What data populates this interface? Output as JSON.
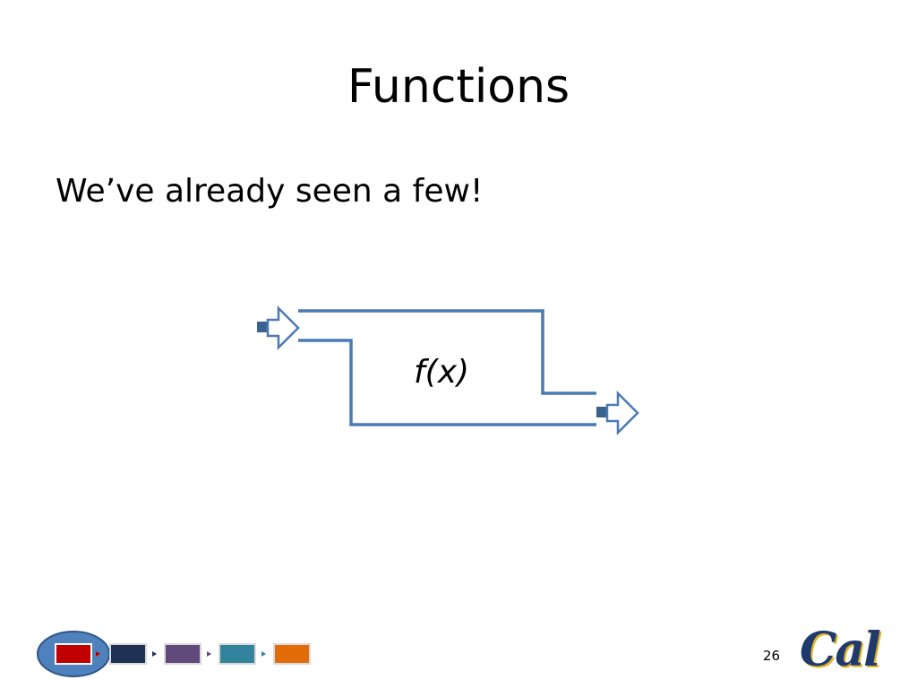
{
  "slide": {
    "title": "Functions",
    "bullet": "We’ve already seen a few!",
    "function_label": "f(x)",
    "page_number": "26",
    "logo_text": "Cal"
  },
  "colors": {
    "diagram_line": "#4a7ab5",
    "diagram_fill": "#3a6291",
    "nav": [
      "#c00000",
      "#1f3254",
      "#604a7b",
      "#31849b",
      "#e36c0a"
    ]
  },
  "nav": {
    "active_index": 0
  }
}
